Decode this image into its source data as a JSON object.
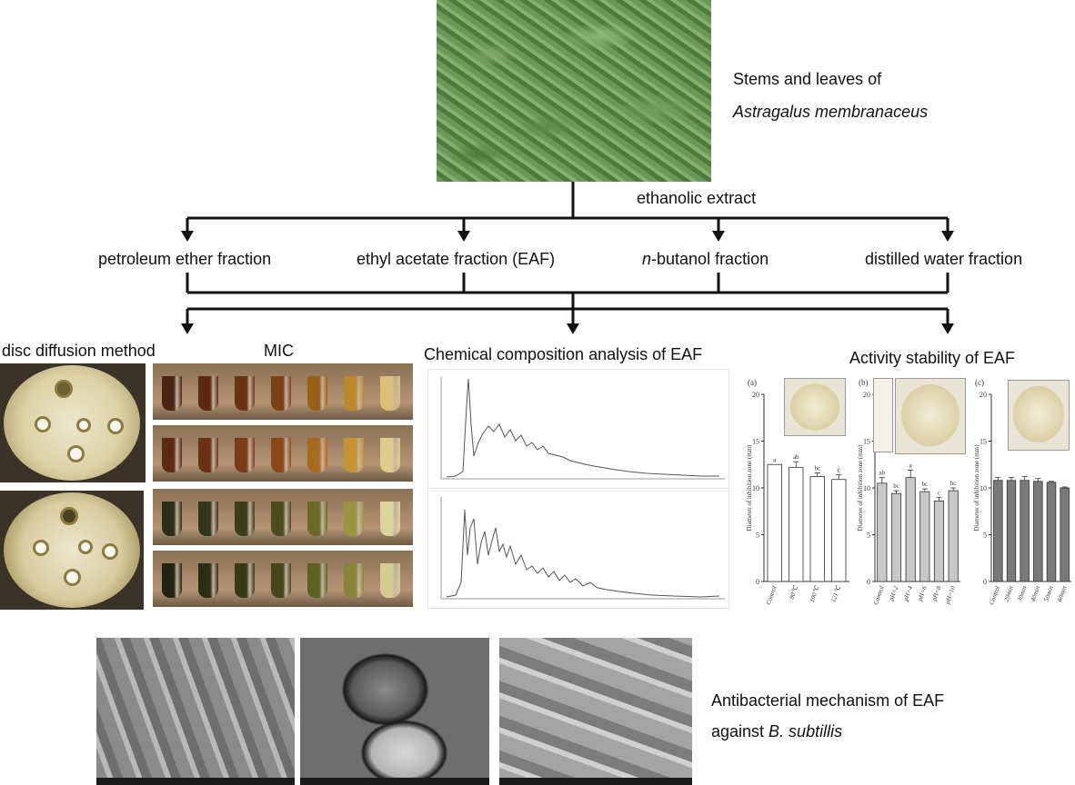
{
  "top": {
    "caption_line1": "Stems and leaves of",
    "caption_line2": "Astragalus membranaceus",
    "extract_label": "ethanolic extract"
  },
  "fractions": [
    {
      "label": "petroleum ether fraction"
    },
    {
      "label": "ethyl acetate fraction (EAF)"
    },
    {
      "label_prefix": "n",
      "label_rest": "-butanol fraction"
    },
    {
      "label": "distilled water fraction"
    }
  ],
  "sections": {
    "disc": "disc diffusion method",
    "mic": "MIC",
    "chem": "Chemical composition analysis of EAF",
    "stability": "Activity stability of EAF"
  },
  "mechanism": {
    "line1": "Antibacterial mechanism of EAF",
    "line2_prefix": "against ",
    "line2_species": "B. subtillis"
  },
  "chart_data": [
    {
      "type": "bar",
      "panel": "(a)",
      "categories": [
        "Control",
        "80℃",
        "100℃",
        "121℃"
      ],
      "values": [
        12.5,
        12.2,
        11.2,
        10.9
      ],
      "errors": [
        0,
        0.6,
        0.4,
        0.5
      ],
      "letters": [
        "a",
        "ab",
        "bc",
        "c"
      ],
      "ylabel": "Diameter of inhibition zone (mm)",
      "ylim": [
        0,
        20
      ],
      "yticks": [
        0,
        5,
        10,
        15,
        20
      ],
      "color": "#ffffff"
    },
    {
      "type": "bar",
      "panel": "(b)",
      "categories": [
        "Control",
        "pH=2",
        "pH=4",
        "pH=6",
        "pH=8",
        "pH=10"
      ],
      "values": [
        10.5,
        9.4,
        11.1,
        9.6,
        8.6,
        9.7
      ],
      "errors": [
        0.6,
        0.3,
        0.8,
        0.3,
        0.4,
        0.3
      ],
      "letters": [
        "ab",
        "bc",
        "a",
        "bc",
        "c",
        "bc"
      ],
      "ylabel": "Diameter of inhibition zone (mm)",
      "ylim": [
        0,
        20
      ],
      "yticks": [
        0,
        5,
        10,
        15,
        20
      ],
      "color": "#c8c8c8"
    },
    {
      "type": "bar",
      "panel": "(c)",
      "categories": [
        "Control",
        "20min",
        "30min",
        "40min",
        "50min",
        "60min"
      ],
      "values": [
        10.8,
        10.8,
        10.8,
        10.7,
        10.6,
        10.0
      ],
      "errors": [
        0.3,
        0.3,
        0.4,
        0.3,
        0.1,
        0.1
      ],
      "letters": [
        "",
        "",
        "",
        "",
        "",
        ""
      ],
      "ylabel": "Diameter of inhibition zone (mm)",
      "ylim": [
        0,
        20
      ],
      "yticks": [
        0,
        5,
        10,
        15,
        20
      ],
      "color": "#7a7a7a"
    }
  ],
  "colors": {
    "arrow": "#111111",
    "tube_rows": [
      [
        "#4a2414",
        "#5a2a12",
        "#6a3414",
        "#7a4216",
        "#9a6018",
        "#b88a2a",
        "#d8c078"
      ],
      [
        "#5a2a14",
        "#6a3214",
        "#7a3c16",
        "#8a4a18",
        "#a86a1e",
        "#c49430",
        "#e0cc8a"
      ],
      [
        "#2a2e14",
        "#323618",
        "#3a3e1a",
        "#4a4e1e",
        "#6a6a24",
        "#9a9440",
        "#dcd49a"
      ],
      [
        "#202410",
        "#2a2e14",
        "#363a16",
        "#44481a",
        "#5e6022",
        "#8a8438",
        "#d4cc90"
      ]
    ]
  }
}
